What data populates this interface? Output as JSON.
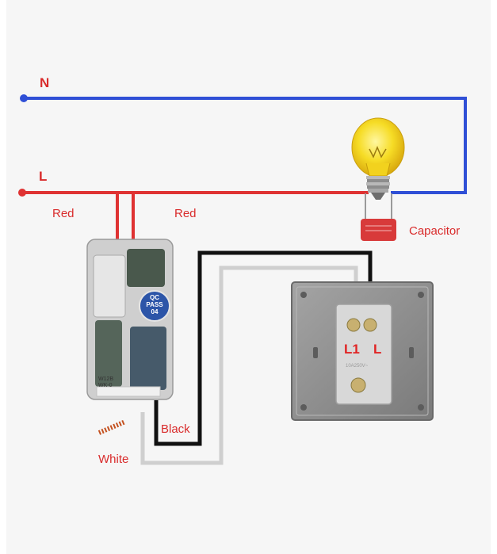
{
  "diagram": {
    "labels": {
      "neutral": "N",
      "live": "L",
      "wire_left": "Red",
      "wire_right": "Red",
      "capacitor": "Capacitor",
      "black_wire": "Black",
      "white_wire": "White"
    },
    "module": {
      "badge_line1": "QC",
      "badge_line2": "PASS",
      "badge_line3": "04",
      "print_line1": "W12B",
      "print_line2": "WK-0"
    },
    "switch": {
      "terminal_l1": "L1",
      "terminal_l": "L",
      "rating": "10A250V~"
    },
    "colors": {
      "neutral_wire": "#2f4fd6",
      "live_wire": "#df3232",
      "black_wire": "#111111",
      "white_wire": "#cfcfcf",
      "capacitor": "#d83a3a",
      "bulb": "#f3d21c",
      "switch_plate": "#8c8c8c",
      "terminal_label": "#e02424"
    }
  }
}
